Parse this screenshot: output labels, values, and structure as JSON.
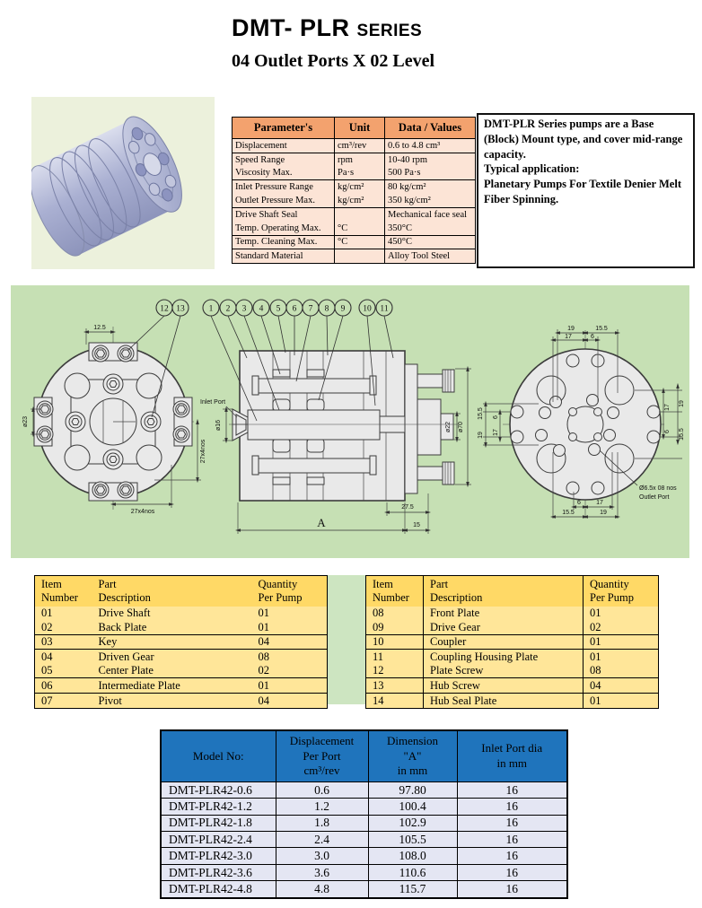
{
  "header": {
    "title": "DMT- PLR",
    "title_suffix": "SERIES",
    "subtitle": "04 Outlet Ports X 02 Level"
  },
  "colors": {
    "spec_header": "#F3A26E",
    "spec_row": "#FCE4D6",
    "parts_header": "#FFD966",
    "parts_row": "#FFE699",
    "model_header": "#1F74BC",
    "model_row": "#E4E6F3",
    "drawing_panel": "#C6E0B4",
    "image_background": "#ECF1DC"
  },
  "specs": {
    "headers": [
      "Parameter's",
      "Unit",
      "Data / Values"
    ],
    "rows": [
      {
        "p": "Displacement",
        "u": "cm³/rev",
        "v": "0.6 to 4.8 cm³"
      },
      {
        "p": "Speed Range",
        "u": "rpm",
        "v": "10-40 rpm"
      },
      {
        "p": "Viscosity Max.",
        "u": "Pa·s",
        "v": "500 Pa·s"
      },
      {
        "p": "Inlet Pressure Range",
        "u": "kg/cm²",
        "v": "80 kg/cm²"
      },
      {
        "p": "Outlet Pressure Max.",
        "u": "kg/cm²",
        "v": "350 kg/cm²"
      },
      {
        "p": "Drive Shaft Seal",
        "u": "",
        "v": "Mechanical face seal"
      },
      {
        "p": "Temp. Operating Max.",
        "u": "°C",
        "v": "350°C"
      },
      {
        "p": "Temp. Cleaning Max.",
        "u": "°C",
        "v": "450°C"
      },
      {
        "p": "Standard Material",
        "u": "",
        "v": "Alloy Tool Steel"
      }
    ]
  },
  "description": {
    "para1": "DMT-PLR Series pumps are a Base (Block) Mount type, and cover mid-range capacity.",
    "para2": "Typical application:",
    "para3": "Planetary Pumps For Textile Denier Melt Fiber Spinning."
  },
  "drawing": {
    "balloons": [
      "1",
      "2",
      "3",
      "4",
      "5",
      "6",
      "7",
      "8",
      "9",
      "10",
      "11",
      "12",
      "13"
    ],
    "left_view": {
      "dim_top": "12.5",
      "dim_left": "ø23",
      "dim_right": "27x4nos",
      "dim_bottom": "27x4nos"
    },
    "section_view": {
      "inlet_label": "Inlet Port",
      "dim_inlet": "ø16",
      "dim_shaft": "ø22",
      "dim_flange": "ø70",
      "dim_offset": "27.5",
      "dim_front": "15",
      "dim_length": "A"
    },
    "right_view": {
      "top_outer_left": "19",
      "top_outer_right": "15.5",
      "top_inner_left": "17",
      "top_inner_right": "6",
      "bottom_inner_left": "6",
      "bottom_inner_right": "17",
      "bottom_outer_left": "15.5",
      "bottom_outer_right": "19",
      "left_inner_top": "6",
      "left_inner_bottom": "17",
      "left_outer_top": "15.5",
      "left_outer_bottom": "19",
      "right_inner_top": "17",
      "right_inner_bottom": "6",
      "right_outer_top": "19",
      "right_outer_bottom": "15.5",
      "callout_line1": "Ø6.5x 08 nos",
      "callout_line2": "Outlet Port"
    }
  },
  "parts_left": {
    "headers": {
      "c1a": "Item",
      "c1b": "Number",
      "c2a": "Part",
      "c2b": "Description",
      "c3a": "Quantity",
      "c3b": "Per Pump"
    },
    "rows": [
      {
        "n": "01",
        "d": "Drive Shaft",
        "q": "01"
      },
      {
        "n": "02",
        "d": "Back Plate",
        "q": "01"
      },
      {
        "n": "03",
        "d": "Key",
        "q": "04"
      },
      {
        "n": "04",
        "d": "Driven Gear",
        "q": "08"
      },
      {
        "n": "05",
        "d": "Center Plate",
        "q": "02"
      },
      {
        "n": "06",
        "d": "Intermediate Plate",
        "q": "01"
      },
      {
        "n": "07",
        "d": "Pivot",
        "q": "04"
      }
    ]
  },
  "parts_right": {
    "headers": {
      "c1a": "Item",
      "c1b": "Number",
      "c2a": "Part",
      "c2b": "Description",
      "c3a": "Quantity",
      "c3b": "Per Pump"
    },
    "rows": [
      {
        "n": "08",
        "d": "Front Plate",
        "q": "01"
      },
      {
        "n": "09",
        "d": "Drive Gear",
        "q": "02"
      },
      {
        "n": "10",
        "d": "Coupler",
        "q": "01"
      },
      {
        "n": "11",
        "d": "Coupling Housing Plate",
        "q": "01"
      },
      {
        "n": "12",
        "d": "Plate Screw",
        "q": "08"
      },
      {
        "n": "13",
        "d": "Hub Screw",
        "q": "04"
      },
      {
        "n": "14",
        "d": "Hub Seal Plate",
        "q": "01"
      }
    ]
  },
  "models": {
    "headers": {
      "c1": "Model No:",
      "c2a": "Displacement",
      "c2b": "Per Port",
      "c2c": "cm³/rev",
      "c3a": "Dimension",
      "c3b": "\"A\"",
      "c3c": "in mm",
      "c4a": "Inlet Port dia",
      "c4b": "in mm"
    },
    "rows": [
      {
        "model": "DMT-PLR42-0.6",
        "disp": "0.6",
        "dim": "97.80",
        "port": "16"
      },
      {
        "model": "DMT-PLR42-1.2",
        "disp": "1.2",
        "dim": "100.4",
        "port": "16"
      },
      {
        "model": "DMT-PLR42-1.8",
        "disp": "1.8",
        "dim": "102.9",
        "port": "16"
      },
      {
        "model": "DMT-PLR42-2.4",
        "disp": "2.4",
        "dim": "105.5",
        "port": "16"
      },
      {
        "model": "DMT-PLR42-3.0",
        "disp": "3.0",
        "dim": "108.0",
        "port": "16"
      },
      {
        "model": "DMT-PLR42-3.6",
        "disp": "3.6",
        "dim": "110.6",
        "port": "16"
      },
      {
        "model": "DMT-PLR42-4.8",
        "disp": "4.8",
        "dim": "115.7",
        "port": "16"
      }
    ]
  }
}
